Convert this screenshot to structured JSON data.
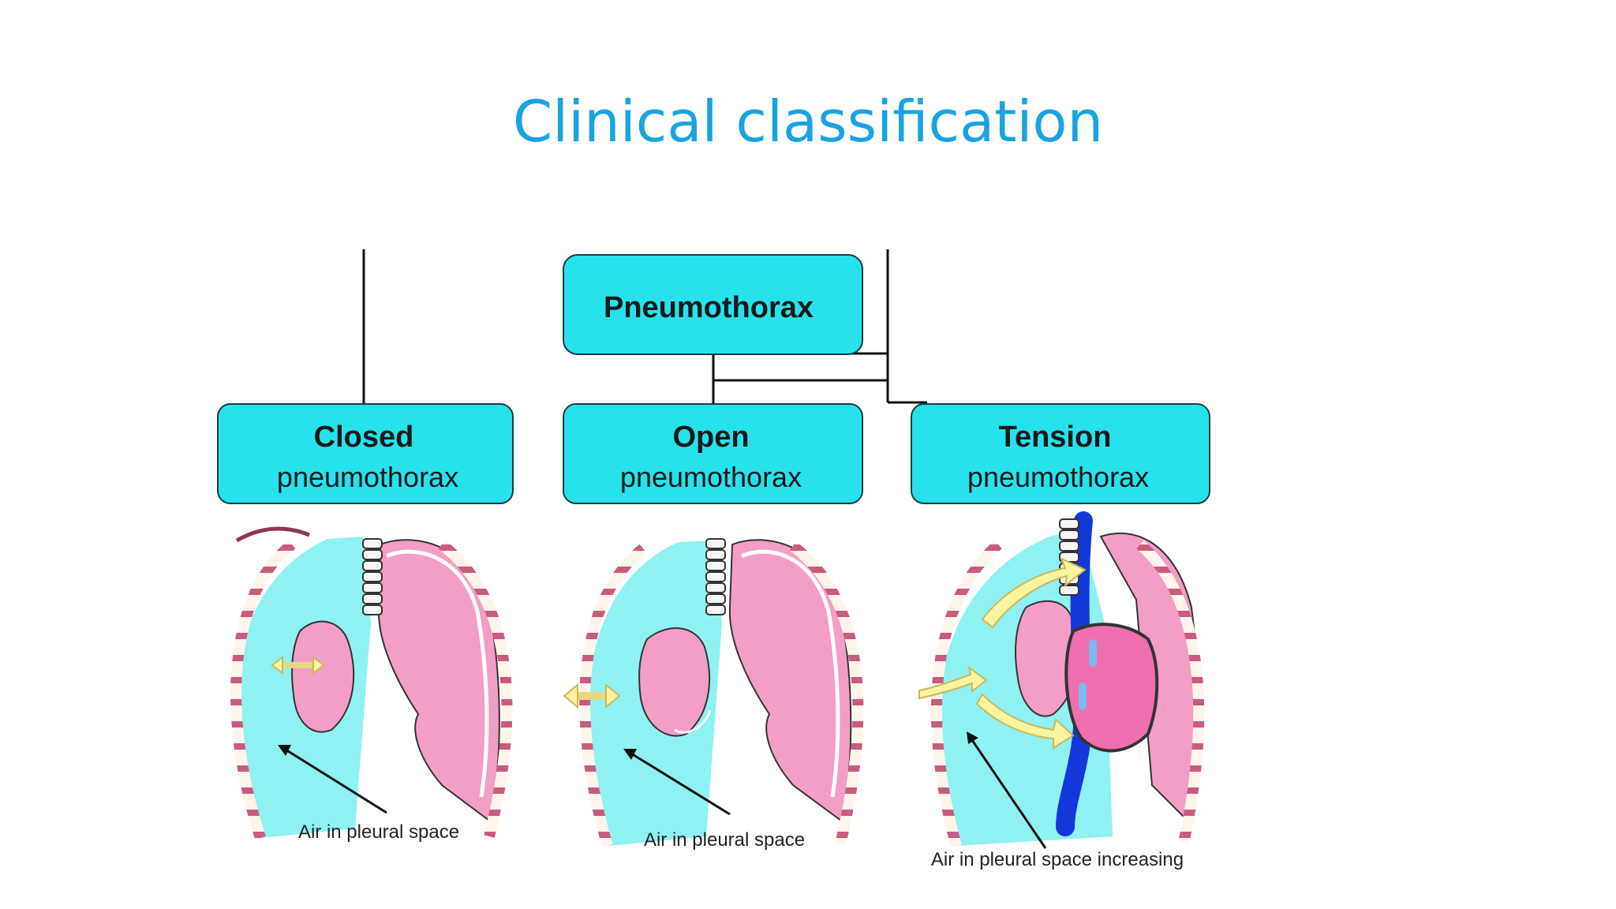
{
  "slide": {
    "title": "Clinical classification"
  },
  "diagram": {
    "root": {
      "label": "Pneumothorax"
    },
    "types": [
      {
        "line1": "Closed",
        "line2": "pneumothorax",
        "caption": "Air in pleural space"
      },
      {
        "line1": "Open",
        "line2": "pneumothorax",
        "caption": "Air in pleural space"
      },
      {
        "line1": "Tension",
        "line2": "pneumothorax",
        "caption": "Air in pleural space increasing"
      }
    ]
  },
  "colors": {
    "title": "#1aa3e0",
    "box_fill": "#27e2ec",
    "pleural_air": "#8ff1f2",
    "lung": "#f39ec6",
    "heart": "#f06fb1",
    "vein": "#1438d8",
    "arrow_air": "#fbf4a0"
  }
}
